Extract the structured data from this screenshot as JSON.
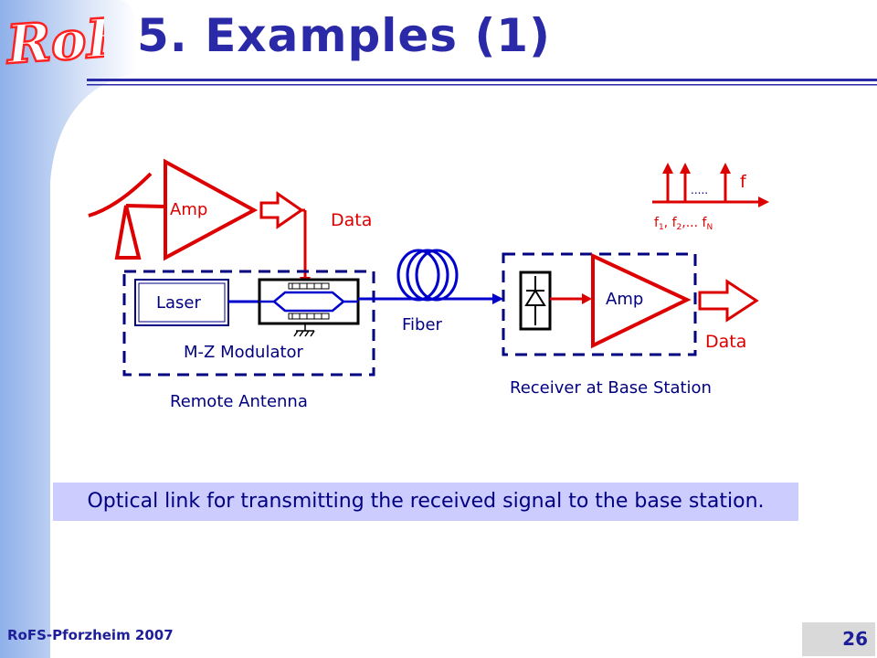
{
  "slide": {
    "logo_text": "RoFS",
    "title": "5. Examples (1)",
    "caption": "Optical link for transmitting the received signal to the base station.",
    "footer": "RoFS-Pforzheim 2007",
    "page_number": "26"
  },
  "diagram": {
    "amp_tx_label": "Amp",
    "data_tx_label": "Data",
    "laser_label": "Laser",
    "modulator_label": "M-Z Modulator",
    "remote_antenna_label": "Remote Antenna",
    "fiber_label": "Fiber",
    "amp_rx_label": "Amp",
    "data_rx_label": "Data",
    "receiver_label": "Receiver at Base Station",
    "spectrum": {
      "axis_label": "f",
      "dots": ".....",
      "f_label_1": "f",
      "sub_1": "1",
      "f_label_2": ", f",
      "sub_2": "2",
      "f_label_3": ",... f",
      "sub_3": "N"
    }
  },
  "colors": {
    "title": "#2a2aa8",
    "diagram_blue": "#0000cc",
    "diagram_red": "#dd0000",
    "caption_bg": "#ccccff",
    "caption_text": "#000080",
    "label_text": "#000080"
  }
}
